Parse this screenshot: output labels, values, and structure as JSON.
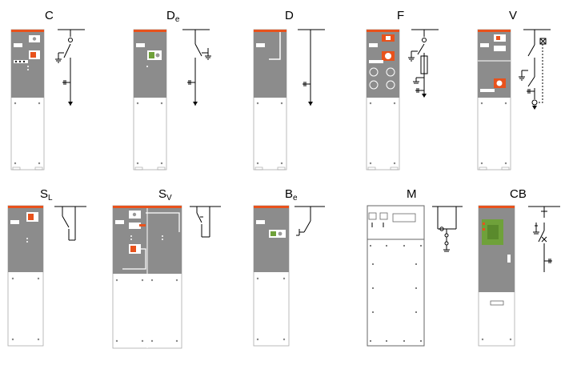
{
  "panels": [
    {
      "main": "C",
      "sub": "",
      "type": "switch-earth"
    },
    {
      "main": "D",
      "sub": "e",
      "type": "disconnector-earth"
    },
    {
      "main": "D",
      "sub": "",
      "type": "disconnector"
    },
    {
      "main": "F",
      "sub": "",
      "type": "fuse"
    },
    {
      "main": "V",
      "sub": "",
      "type": "breaker"
    },
    {
      "main": "S",
      "sub": "L",
      "type": "sectionalizer"
    },
    {
      "main": "S",
      "sub": "V",
      "type": "sectionalizer-breaker"
    },
    {
      "main": "B",
      "sub": "e",
      "type": "busbar-earth"
    },
    {
      "main": "M",
      "sub": "",
      "type": "metering"
    },
    {
      "main": "CB",
      "sub": "",
      "type": "circuit-breaker"
    }
  ],
  "colors": {
    "panel_gray": "#8c8c8c",
    "orange": "#e8521c",
    "green": "#6fa13a",
    "line": "#000000"
  }
}
